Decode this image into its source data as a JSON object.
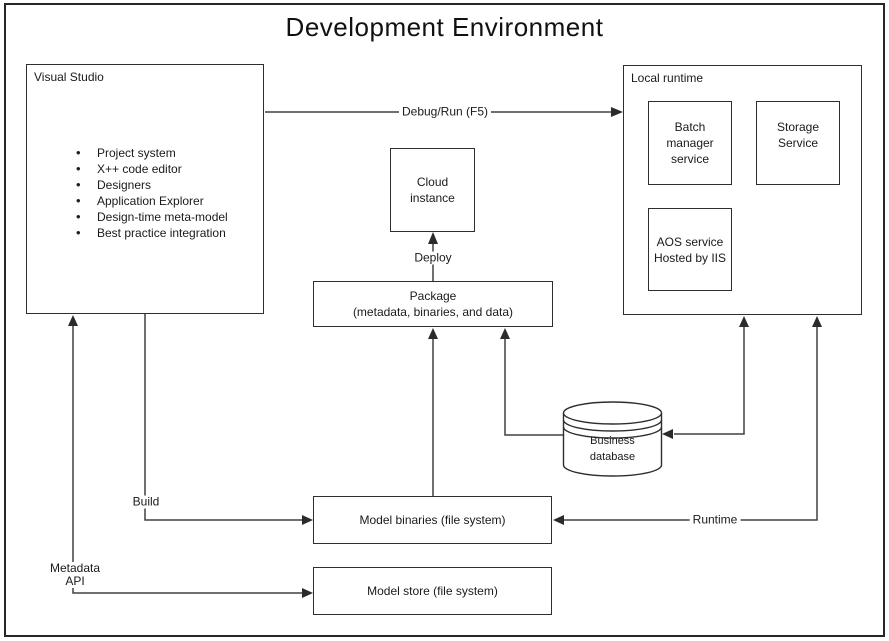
{
  "title": "Development Environment",
  "visual_studio": {
    "label": "Visual Studio",
    "features": [
      "Project system",
      "X++ code editor",
      "Designers",
      "Application Explorer",
      "Design-time meta-model",
      "Best practice integration"
    ]
  },
  "local_runtime": {
    "label": "Local runtime",
    "batch_service": {
      "lines": [
        "Batch",
        "manager",
        "service"
      ]
    },
    "storage_service": {
      "lines": [
        "Storage",
        "Service"
      ]
    },
    "aos_service": {
      "lines": [
        "AOS service",
        "Hosted by IIS"
      ]
    }
  },
  "cloud_instance": {
    "lines": [
      "Cloud",
      "instance"
    ]
  },
  "package": {
    "lines": [
      "Package",
      "(metadata, binaries, and data)"
    ]
  },
  "business_database": {
    "lines": [
      "Business",
      "database"
    ]
  },
  "model_binaries": {
    "label": "Model binaries (file system)"
  },
  "model_store": {
    "label": "Model store (file system)"
  },
  "connectors": {
    "debug_run": "Debug/Run (F5)",
    "deploy": "Deploy",
    "build": "Build",
    "metadata_line1": "Metadata",
    "metadata_line2": "API",
    "runtime": "Runtime"
  },
  "colors": {
    "line": "#404040",
    "box_border": "#2e2e2e",
    "text": "#1a1a1a",
    "background": "#ffffff"
  }
}
